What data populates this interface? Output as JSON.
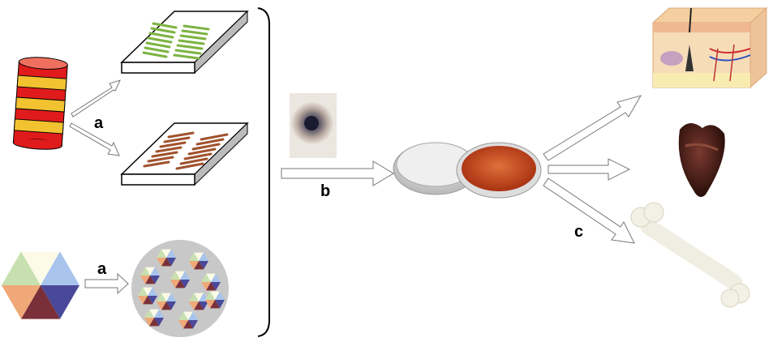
{
  "labels": {
    "a1": "a",
    "a2": "a",
    "b": "b",
    "c": "c"
  },
  "colors": {
    "red": "#e01b1b",
    "yellow": "#f2c230",
    "green": "#7cb342",
    "brown": "#a0522d",
    "dish_red": "#c8461e"
  }
}
